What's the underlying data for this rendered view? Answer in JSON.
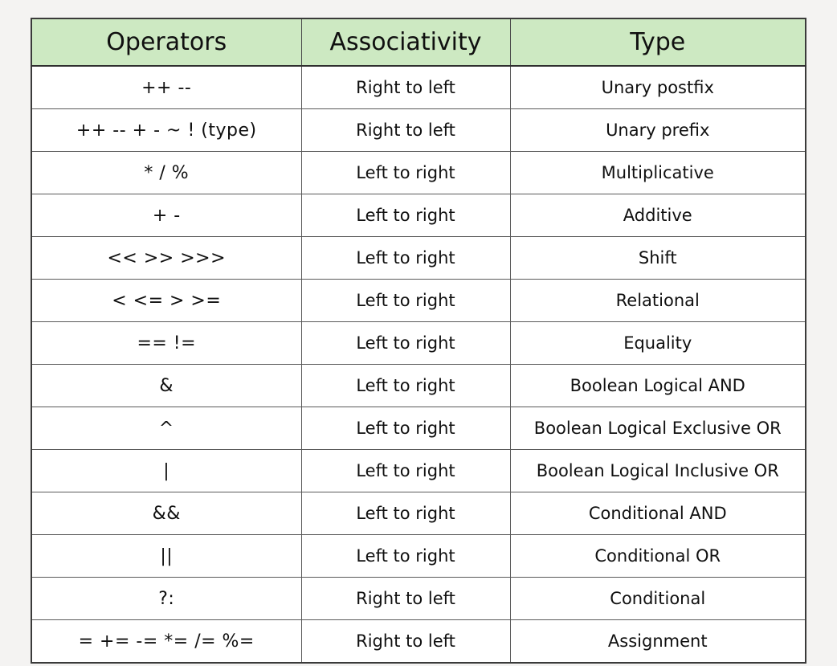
{
  "table": {
    "headers": {
      "operators": "Operators",
      "associativity": "Associativity",
      "type": "Type"
    },
    "colors": {
      "header_background": "#cde9c2",
      "page_background": "#f4f3f2",
      "cell_background": "#ffffff",
      "border": "#4a4a4a",
      "text": "#101010"
    },
    "rows": [
      {
        "operators": "++  --",
        "associativity": "Right to left",
        "type": "Unary postfix"
      },
      {
        "operators": "++  --  +  -  ~  !  (type)",
        "associativity": "Right to left",
        "type": "Unary prefix"
      },
      {
        "operators": "*   /   %",
        "associativity": "Left to right",
        "type": "Multiplicative"
      },
      {
        "operators": "+   -",
        "associativity": "Left to right",
        "type": "Additive"
      },
      {
        "operators": "<<   >>   >>>",
        "associativity": "Left to right",
        "type": "Shift"
      },
      {
        "operators": "< <= > >=",
        "associativity": "Left to right",
        "type": "Relational"
      },
      {
        "operators": "== !=",
        "associativity": "Left to right",
        "type": "Equality"
      },
      {
        "operators": "&",
        "associativity": "Left to right",
        "type": "Boolean Logical AND"
      },
      {
        "operators": "^",
        "associativity": "Left to right",
        "type": "Boolean Logical Exclusive OR"
      },
      {
        "operators": "|",
        "associativity": "Left to right",
        "type": "Boolean Logical Inclusive OR"
      },
      {
        "operators": "&&",
        "associativity": "Left to right",
        "type": "Conditional AND"
      },
      {
        "operators": "||",
        "associativity": "Left to right",
        "type": "Conditional OR"
      },
      {
        "operators": "?:",
        "associativity": "Right to left",
        "type": "Conditional"
      },
      {
        "operators": "=  += -= *= /= %=",
        "associativity": "Right to left",
        "type": "Assignment"
      }
    ]
  }
}
